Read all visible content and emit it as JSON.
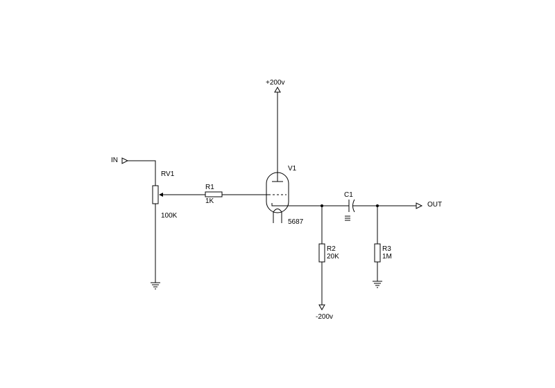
{
  "labels": {
    "input": "IN",
    "output": "OUT",
    "supply_positive": "+200v",
    "supply_negative": "-200v"
  },
  "components": {
    "rv1": {
      "ref": "RV1",
      "value": "100K"
    },
    "r1": {
      "ref": "R1",
      "value": "1K"
    },
    "v1": {
      "ref": "V1",
      "value": "5687"
    },
    "r2": {
      "ref": "R2",
      "value": "20K"
    },
    "c1": {
      "ref": "C1"
    },
    "r3": {
      "ref": "R3",
      "value": "1M"
    }
  }
}
